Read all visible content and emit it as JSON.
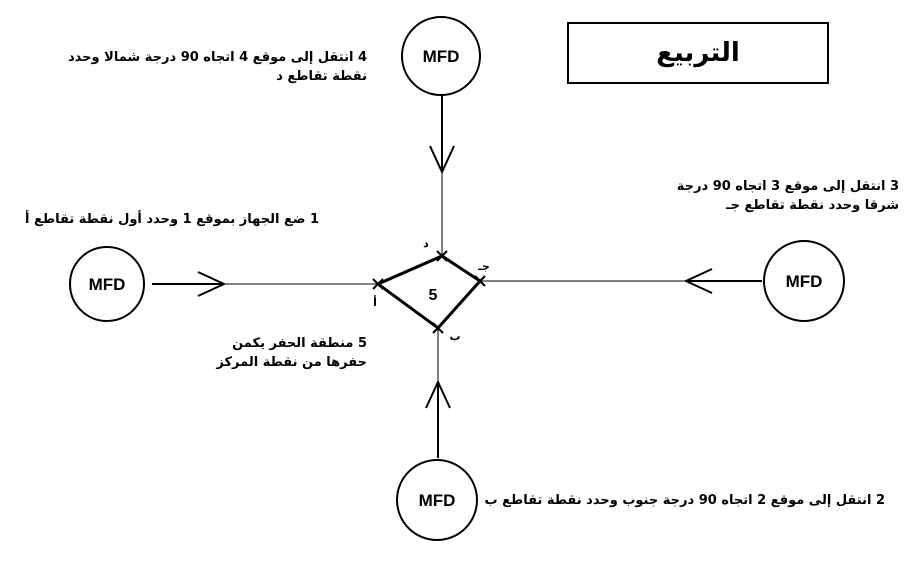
{
  "title": "التربيع",
  "device_label": "MFD",
  "center_label": "5",
  "points": {
    "a": "أ",
    "b": "ب",
    "c": "جـ",
    "d": "د"
  },
  "steps": {
    "step1": "1 ضع الجهاز بموقع 1 وحدد أول نقطة تقاطع أ",
    "step2": "2 انتقل إلى موقع 2 اتجاه 90 درجة جنوب وحدد نقطة تقاطع ب",
    "step3": [
      "3 انتقل إلى موقع 3 اتجاه 90 درجة",
      "شرقا وحدد نقطة تقاطع جـ"
    ],
    "step4": [
      "4 انتقل إلى موقع 4 اتجاه 90 درجة شمالا وحدد",
      "نقطة تقاطع د"
    ],
    "step5": [
      "5 منطقة الحفر يكمن",
      "حفرها من نقطة المركز"
    ]
  },
  "colors": {
    "stroke": "#000000",
    "background": "#ffffff"
  }
}
